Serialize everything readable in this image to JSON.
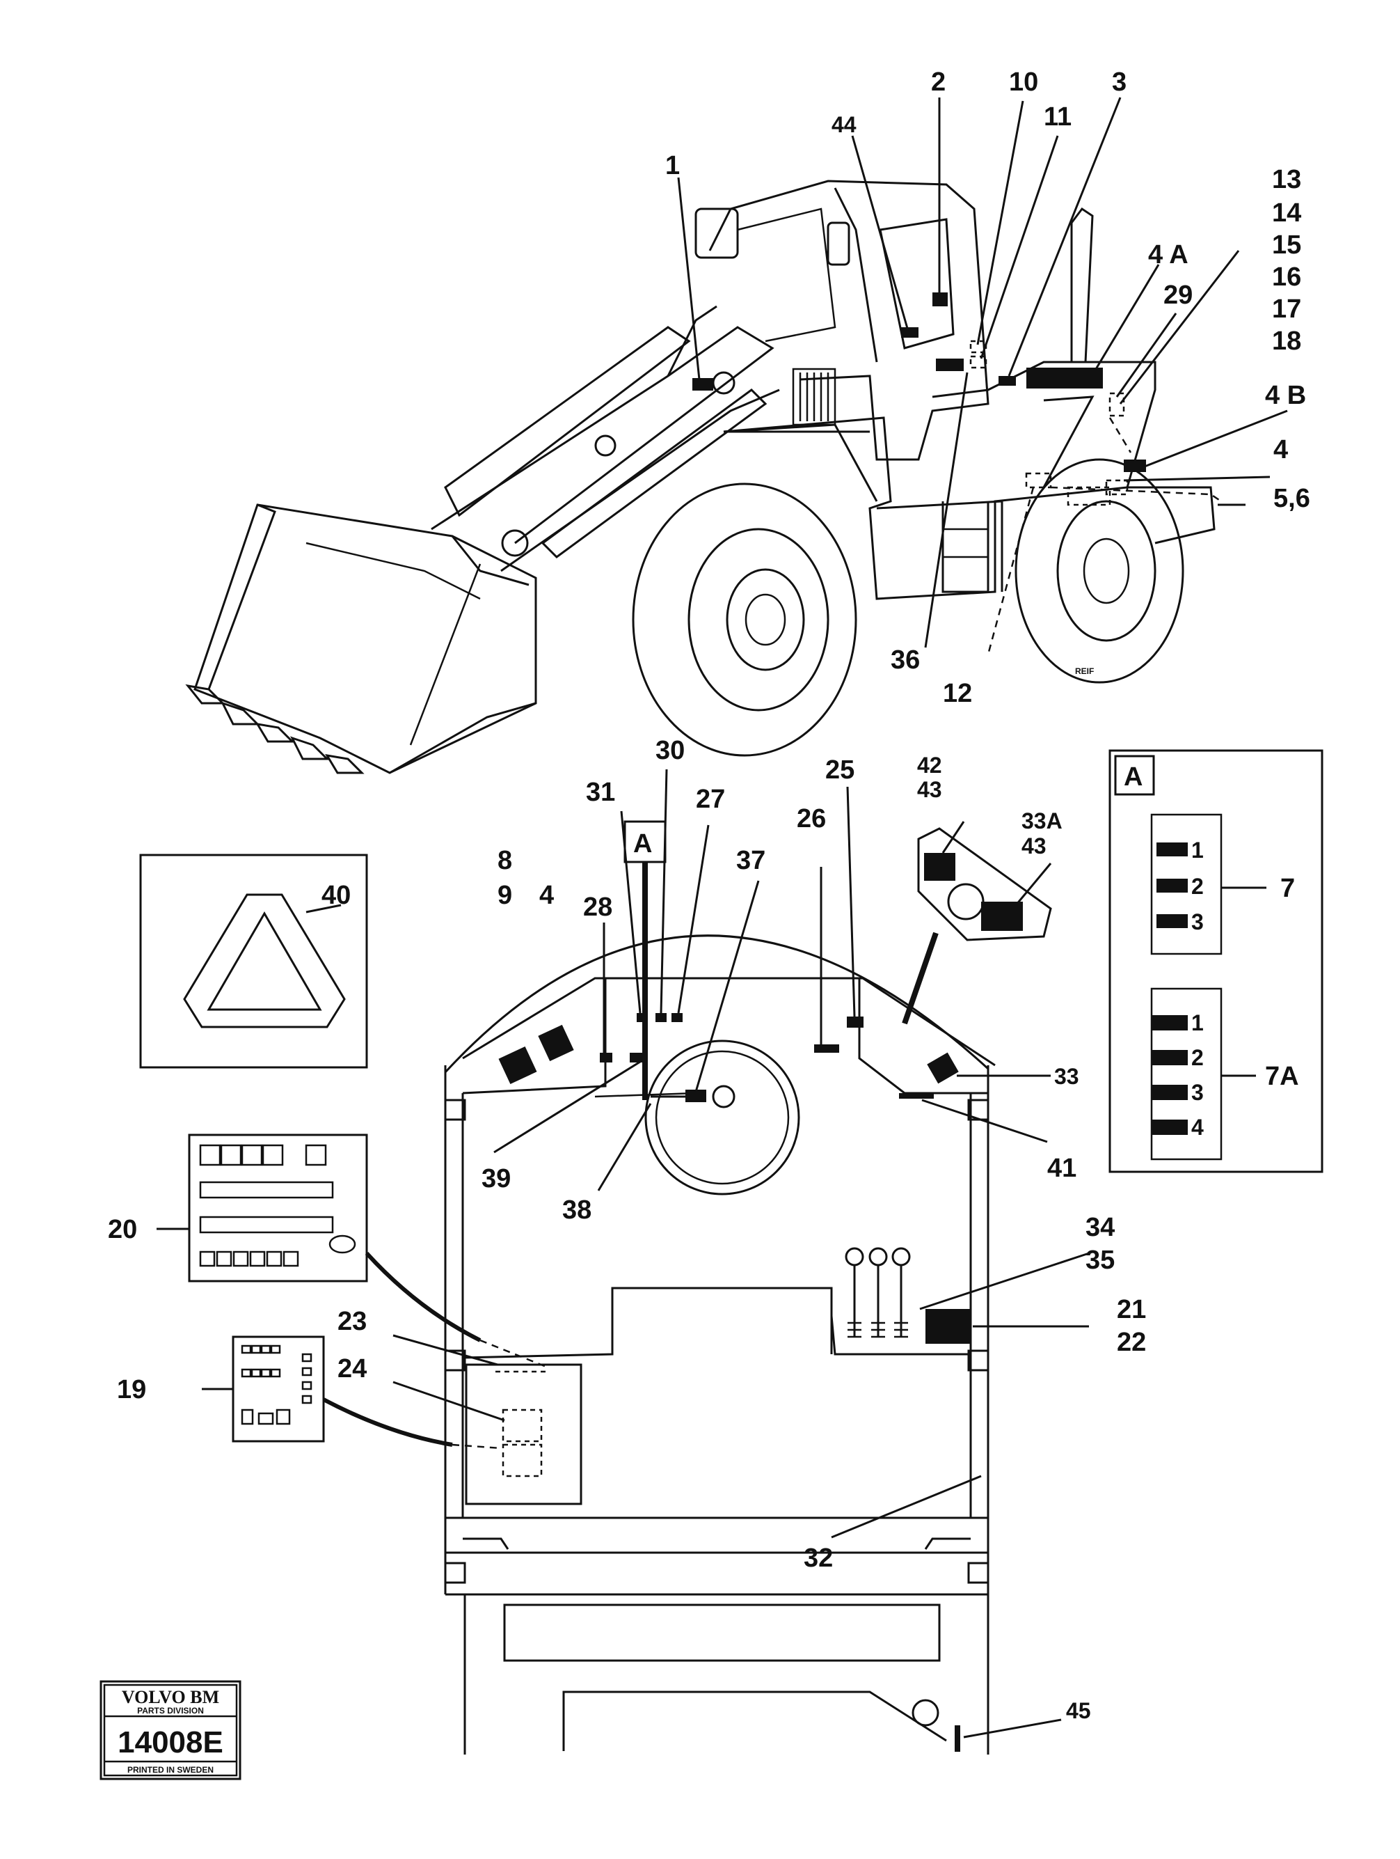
{
  "loader_callouts": {
    "c1": "1",
    "c2": "2",
    "c3": "3",
    "c44": "44",
    "c10": "10",
    "c11": "11",
    "c13": "13",
    "c14": "14",
    "c15": "15",
    "c16": "16",
    "c17": "17",
    "c18": "18",
    "c4A": "4 A",
    "c29": "29",
    "c4B": "4 B",
    "c4": "4",
    "c56": "5,6",
    "c36": "36",
    "c12": "12"
  },
  "artist_signature": "REIF",
  "cab_callouts": {
    "c31": "31",
    "c30": "30",
    "c27": "27",
    "c25": "25",
    "c26": "26",
    "c37": "37",
    "c28": "28",
    "c8": "8",
    "c9": "9",
    "c4": "4",
    "c40": "40",
    "c42": "42",
    "c43a": "43",
    "c33A": "33A",
    "c43b": "43",
    "c33": "33",
    "c39": "39",
    "c38": "38",
    "c41": "41",
    "c20": "20",
    "c34": "34",
    "c35": "35",
    "c21": "21",
    "c22": "22",
    "c23": "23",
    "c24": "24",
    "c19": "19",
    "c32": "32",
    "c45": "45"
  },
  "section_marker": "A",
  "detail_a": {
    "label": "A",
    "group1": {
      "items": [
        "1",
        "2",
        "3"
      ],
      "callout": "7"
    },
    "group2": {
      "items": [
        "1",
        "2",
        "3",
        "4"
      ],
      "callout": "7A"
    }
  },
  "stamp": {
    "brand": "VOLVO BM",
    "division": "PARTS DIVISION",
    "number": "14008E",
    "footer": "PRINTED IN SWEDEN"
  }
}
